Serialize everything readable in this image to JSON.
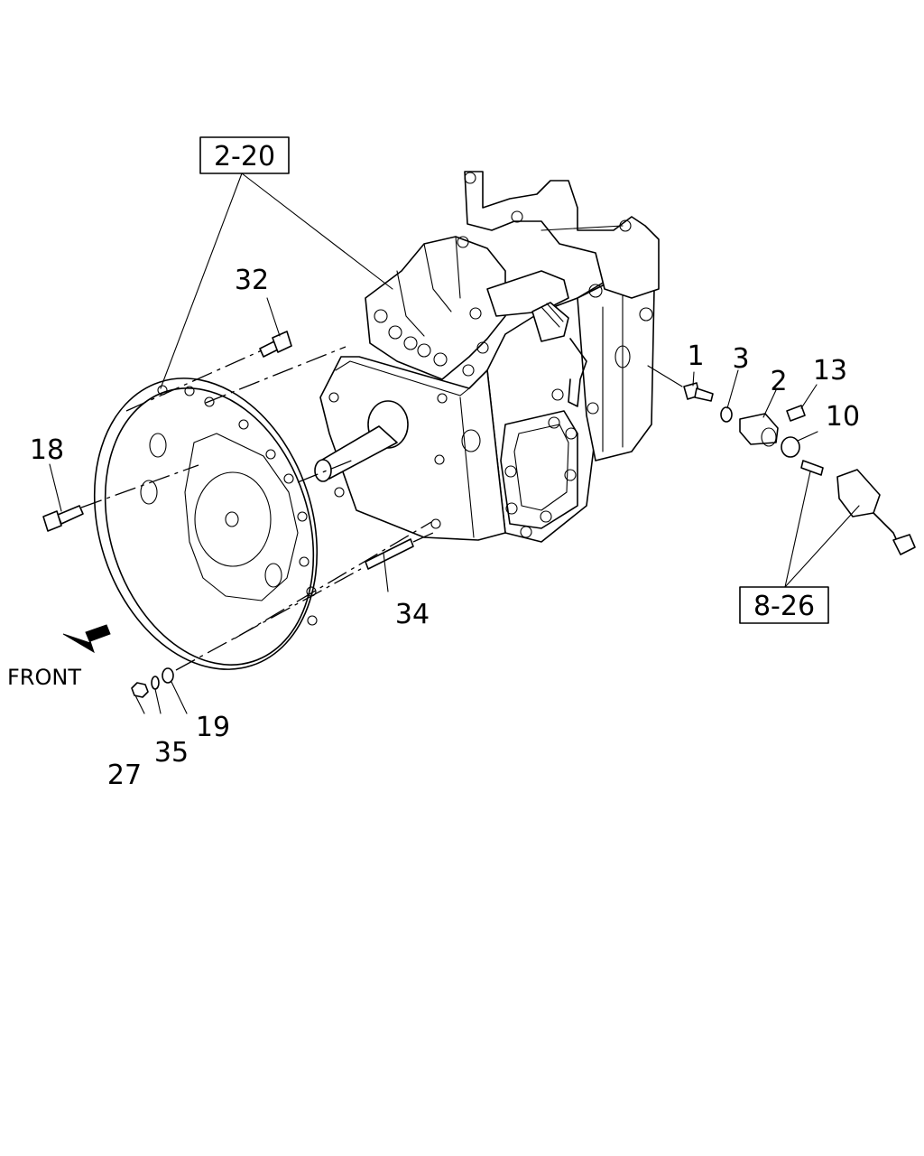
{
  "callouts": {
    "group_2_20": "2-20",
    "group_8_26": "8-26",
    "p1": "1",
    "p2": "2",
    "p3": "3",
    "p10": "10",
    "p13": "13",
    "p18": "18",
    "p19": "19",
    "p27": "27",
    "p32": "32",
    "p34": "34",
    "p35": "35"
  },
  "direction": {
    "label": "FRONT",
    "arrow_icon": "front-arrow-icon"
  }
}
